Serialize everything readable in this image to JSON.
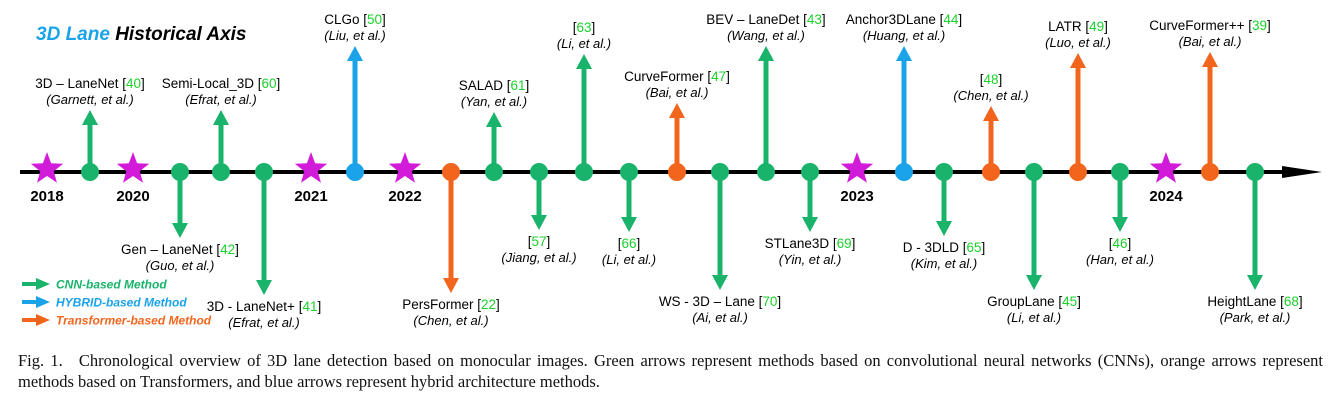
{
  "title": {
    "part1": "3D Lane",
    "part2": "Historical Axis",
    "color1": "#1aa3e8",
    "color2": "#000000"
  },
  "colors": {
    "cnn": "#19b36b",
    "hybrid": "#1aa3e8",
    "transformer": "#f2651d",
    "star": "#d21bd9",
    "axis": "#000000",
    "ref": "#19d12b"
  },
  "years": [
    {
      "label": "2018"
    },
    {
      "label": "2020"
    },
    {
      "label": "2021"
    },
    {
      "label": "2022"
    },
    {
      "label": "2023"
    },
    {
      "label": "2024"
    }
  ],
  "legend": [
    {
      "label": "CNN-based Method",
      "type": "cnn"
    },
    {
      "label": "HYBRID-based Method",
      "type": "hybrid"
    },
    {
      "label": "Transformer-based Method",
      "type": "transformer"
    }
  ],
  "methods": [
    {
      "name": "3D – LaneNet ",
      "ref": "40",
      "author": "(Garnett, et al.)",
      "type": "cnn",
      "dir": "up"
    },
    {
      "name": "Semi-Local_3D ",
      "ref": "60",
      "author": "(Efrat, et al.)",
      "type": "cnn",
      "dir": "up"
    },
    {
      "name": "Gen – LaneNet ",
      "ref": "42",
      "author": "(Guo, et al.)",
      "type": "cnn",
      "dir": "down"
    },
    {
      "name": "3D - LaneNet+ ",
      "ref": "41",
      "author": "(Efrat, et al.)",
      "type": "cnn",
      "dir": "down"
    },
    {
      "name": "CLGo ",
      "ref": "50",
      "author": "(Liu, et al.)",
      "type": "hybrid",
      "dir": "up"
    },
    {
      "name": "PersFormer ",
      "ref": "22",
      "author": "(Chen, et al.)",
      "type": "transformer",
      "dir": "down"
    },
    {
      "name": "SALAD ",
      "ref": "61",
      "author": "(Yan, et al.)",
      "type": "cnn",
      "dir": "up"
    },
    {
      "name": "",
      "ref": "57",
      "author": "(Jiang, et al.)",
      "type": "cnn",
      "dir": "down"
    },
    {
      "name": "",
      "ref": "63",
      "author": "(Li, et al.)",
      "type": "cnn",
      "dir": "up"
    },
    {
      "name": "",
      "ref": "66",
      "author": "(Li, et al.)",
      "type": "cnn",
      "dir": "down"
    },
    {
      "name": "CurveFormer ",
      "ref": "47",
      "author": "(Bai, et al.)",
      "type": "transformer",
      "dir": "up"
    },
    {
      "name": "WS - 3D – Lane ",
      "ref": "70",
      "author": "(Ai, et al.)",
      "type": "cnn",
      "dir": "down"
    },
    {
      "name": "BEV – LaneDet ",
      "ref": "43",
      "author": "(Wang, et al.)",
      "type": "cnn",
      "dir": "up"
    },
    {
      "name": "STLane3D ",
      "ref": "69",
      "author": "(Yin, et al.)",
      "type": "cnn",
      "dir": "down"
    },
    {
      "name": "Anchor3DLane ",
      "ref": "44",
      "author": "(Huang, et al.)",
      "type": "hybrid",
      "dir": "up"
    },
    {
      "name": "D - 3DLD ",
      "ref": "65",
      "author": "(Kim, et al.)",
      "type": "cnn",
      "dir": "down"
    },
    {
      "name": "",
      "ref": "48",
      "author": "(Chen, et al.)",
      "type": "transformer",
      "dir": "up"
    },
    {
      "name": "GroupLane ",
      "ref": "45",
      "author": "(Li, et al.)",
      "type": "cnn",
      "dir": "down"
    },
    {
      "name": "LATR ",
      "ref": "49",
      "author": "(Luo, et al.)",
      "type": "transformer",
      "dir": "up"
    },
    {
      "name": "",
      "ref": "46",
      "author": "(Han, et al.)",
      "type": "cnn",
      "dir": "down"
    },
    {
      "name": "CurveFormer++ ",
      "ref": "39",
      "author": "(Bai, et al.)",
      "type": "transformer",
      "dir": "up"
    },
    {
      "name": "HeightLane ",
      "ref": "68",
      "author": "(Park, et al.)",
      "type": "cnn",
      "dir": "down"
    }
  ],
  "caption": {
    "fig": "Fig. 1.",
    "text": "Chronological overview of 3D lane detection based on monocular images. Green arrows represent methods based on convolutional neural networks (CNNs), orange arrows represent methods based on Transformers, and blue arrows represent hybrid architecture methods."
  }
}
